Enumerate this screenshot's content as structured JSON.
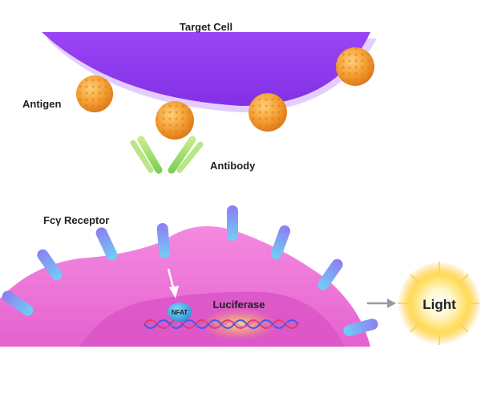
{
  "labels": {
    "target_cell": "Target Cell",
    "antigen": "Antigen",
    "antibody": "Antibody",
    "fc_receptor": "Fcγ Receptor",
    "nfat": "NFAT",
    "luciferase": "Luciferase",
    "light": "Light"
  },
  "colors": {
    "target_cell": "#8f3cf0",
    "antigen": "#f29a2e",
    "antibody": "#9ad86a",
    "effector_cell": "#ec6fd6",
    "nucleus": "#d94fc4",
    "receptor": "#8aa8ff",
    "nfat": "#3aa9e6",
    "light": "#ffd43a"
  },
  "icons": {
    "dna": "dna-helix-icon",
    "arrow": "arrow-right-icon",
    "glow": "light-burst-icon"
  }
}
